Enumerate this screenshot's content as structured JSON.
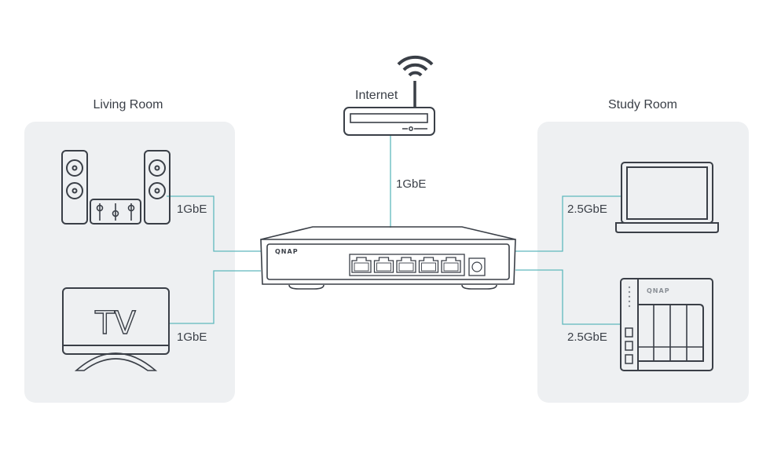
{
  "colors": {
    "panel_bg": "#eef0f2",
    "device_stroke": "#3a3f47",
    "link_line": "#5fb8bd",
    "text": "#3a3f47"
  },
  "rooms": {
    "living": {
      "label": "Living Room",
      "devices": [
        {
          "name": "Sound system",
          "icon": "speaker-system-icon",
          "link_speed": "1GbE"
        },
        {
          "name": "TV",
          "icon": "tv-icon",
          "screen_text": "TV",
          "link_speed": "1GbE"
        }
      ]
    },
    "study": {
      "label": "Study Room",
      "devices": [
        {
          "name": "Laptop",
          "icon": "laptop-icon",
          "link_speed": "2.5GbE"
        },
        {
          "name": "NAS",
          "icon": "nas-icon",
          "brand": "QNAP",
          "link_speed": "2.5GbE"
        }
      ]
    }
  },
  "internet": {
    "label": "Internet",
    "icon": "router-icon",
    "link_speed": "1GbE"
  },
  "switch": {
    "brand": "QNAP",
    "icon": "network-switch-icon",
    "port_count": 5
  }
}
